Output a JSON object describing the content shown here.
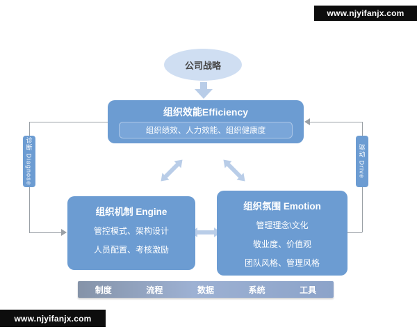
{
  "watermark": {
    "top": "www.njyifanjx.com",
    "bottom": "www.njyifanjx.com"
  },
  "strategy": {
    "label": "公司战略"
  },
  "efficiency": {
    "title": "组织效能Efficiency",
    "subtitle": "组织绩效、人力效能、组织健康度"
  },
  "side_labels": {
    "left": "诊断 Diagnose",
    "right": "驱动 Drive"
  },
  "engine": {
    "title": "组织机制 Engine",
    "lines": [
      "管控模式、架构设计",
      "人员配置、考核激励"
    ]
  },
  "emotion": {
    "title": "组织氛围 Emotion",
    "lines": [
      "管理理念\\文化",
      "敬业度、价值观",
      "团队风格、管理风格"
    ]
  },
  "foundation": {
    "items": [
      "制度",
      "流程",
      "数据",
      "系统",
      "工具"
    ]
  },
  "colors": {
    "box_blue": "#6c9cd2",
    "inner_blue": "#7aa6d9",
    "ellipse_blue": "#cfdef2",
    "arrow_blue": "#b9cde8",
    "line_gray": "#9aa0a6",
    "watermark_bg": "#0d0d0d",
    "bar_gradient_left": "#8593a8",
    "bar_gradient_right": "#8ca3c9"
  }
}
